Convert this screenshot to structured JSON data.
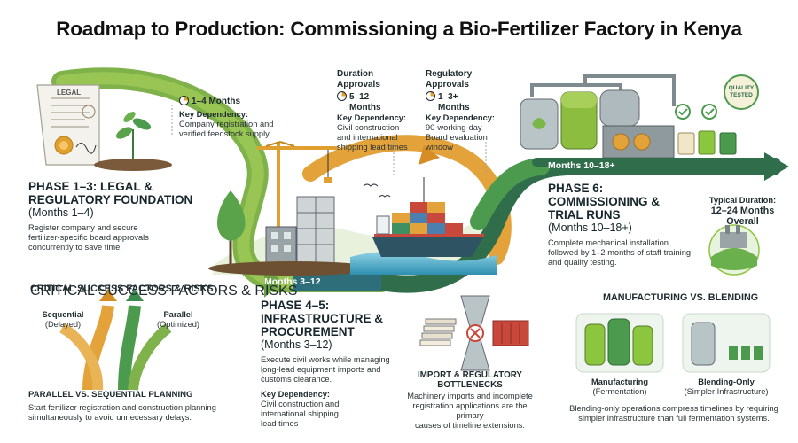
{
  "title": "Roadmap to Production: Commissioning a Bio-Fertilizer Factory in Kenya",
  "legal_doc_label": "LEGAL",
  "phase1": {
    "title_line1": "PHASE 1–3: LEGAL &",
    "title_line2": "REGULATORY FOUNDATION",
    "months": "(Months 1–4)",
    "body_line1": "Register company and secure",
    "body_line2": "fertilizer-specific board approvals",
    "body_line3": "concurrently to save time."
  },
  "phase1_callout": {
    "duration": "1–4 Months",
    "dep_label": "Key Dependency:",
    "dep_line1": "Company registration and",
    "dep_line2": "verified feedstock supply"
  },
  "duration_approvals": {
    "header_line1": "Duration",
    "header_line2": "Approvals",
    "duration_line1": "5–12",
    "duration_line2": "Months",
    "dep_label": "Key Dependency:",
    "dep_line1": "Civil construction",
    "dep_line2": "and international",
    "dep_line3": "shipping lead times"
  },
  "regulatory_approvals": {
    "header_line1": "Regulatory",
    "header_line2": "Approvals",
    "duration_line1": "1–3+",
    "duration_line2": "Months",
    "dep_label": "Key Dependency:",
    "dep_line1": "90-working-day",
    "dep_line2": "Board evaluation",
    "dep_line3": "window"
  },
  "quality_badge_line1": "QUALITY",
  "quality_badge_line2": "TESTED",
  "pill_months_3_12": "Months 3–12",
  "pill_months_10_18": "Months 10–18+",
  "phase45": {
    "title_line1": "PHASE 4–5:",
    "title_line2": "INFRASTRUCTURE &",
    "title_line3": "PROCUREMENT",
    "months": "(Months 3–12)",
    "body_line1": "Execute civil works while managing",
    "body_line2": "long-lead equipment imports and",
    "body_line3": "customs clearance.",
    "dep_label": "Key Dependency:",
    "dep_line1": "Civil construction and",
    "dep_line2": "international shipping",
    "dep_line3": "lead times"
  },
  "phase6": {
    "title_line1": "PHASE 6:",
    "title_line2": "COMMISSIONING &",
    "title_line3": "TRIAL RUNS",
    "months": "(Months 10–18+)",
    "body_line1": "Complete mechanical installation",
    "body_line2": "followed by 1–2 months of staff training",
    "body_line3": "and quality testing."
  },
  "typical_duration": {
    "line1": "Typical Duration:",
    "line2": "12–24 Months",
    "line3": "Overall"
  },
  "csf": {
    "header": "CRITICAL SUCCESS FACTORS & RISKS",
    "sequential_label": "Sequential",
    "sequential_sub": "(Delayed)",
    "parallel_label": "Parallel",
    "parallel_sub": "(Optimized)",
    "planning_header": "PARALLEL VS. SEQUENTIAL PLANNING",
    "planning_line1": "Start fertilizer registration and construction planning",
    "planning_line2": "simultaneously to avoid unnecessary delays."
  },
  "import": {
    "header_line1": "IMPORT & REGULATORY",
    "header_line2": "BOTTLENECKS",
    "body_line1": "Machinery imports and incomplete",
    "body_line2": "registration applications are the primary",
    "body_line3": "causes of timeline extensions."
  },
  "mfg": {
    "header": "MANUFACTURING VS. BLENDING",
    "manufacturing_label": "Manufacturing",
    "manufacturing_sub": "(Fermentation)",
    "blending_label": "Blending-Only",
    "blending_sub": "(Simpler Infrastructure)",
    "body_line1": "Blending-only operations compress timelines by requiring",
    "body_line2": "simpler infrastructure than full fermentation systems."
  },
  "colors": {
    "green_dark": "#2f6d4b",
    "green_mid": "#4c9a4e",
    "green_light": "#8cc63f",
    "orange": "#e3a23a",
    "teal": "#2d6e7a",
    "red": "#c8483c"
  }
}
